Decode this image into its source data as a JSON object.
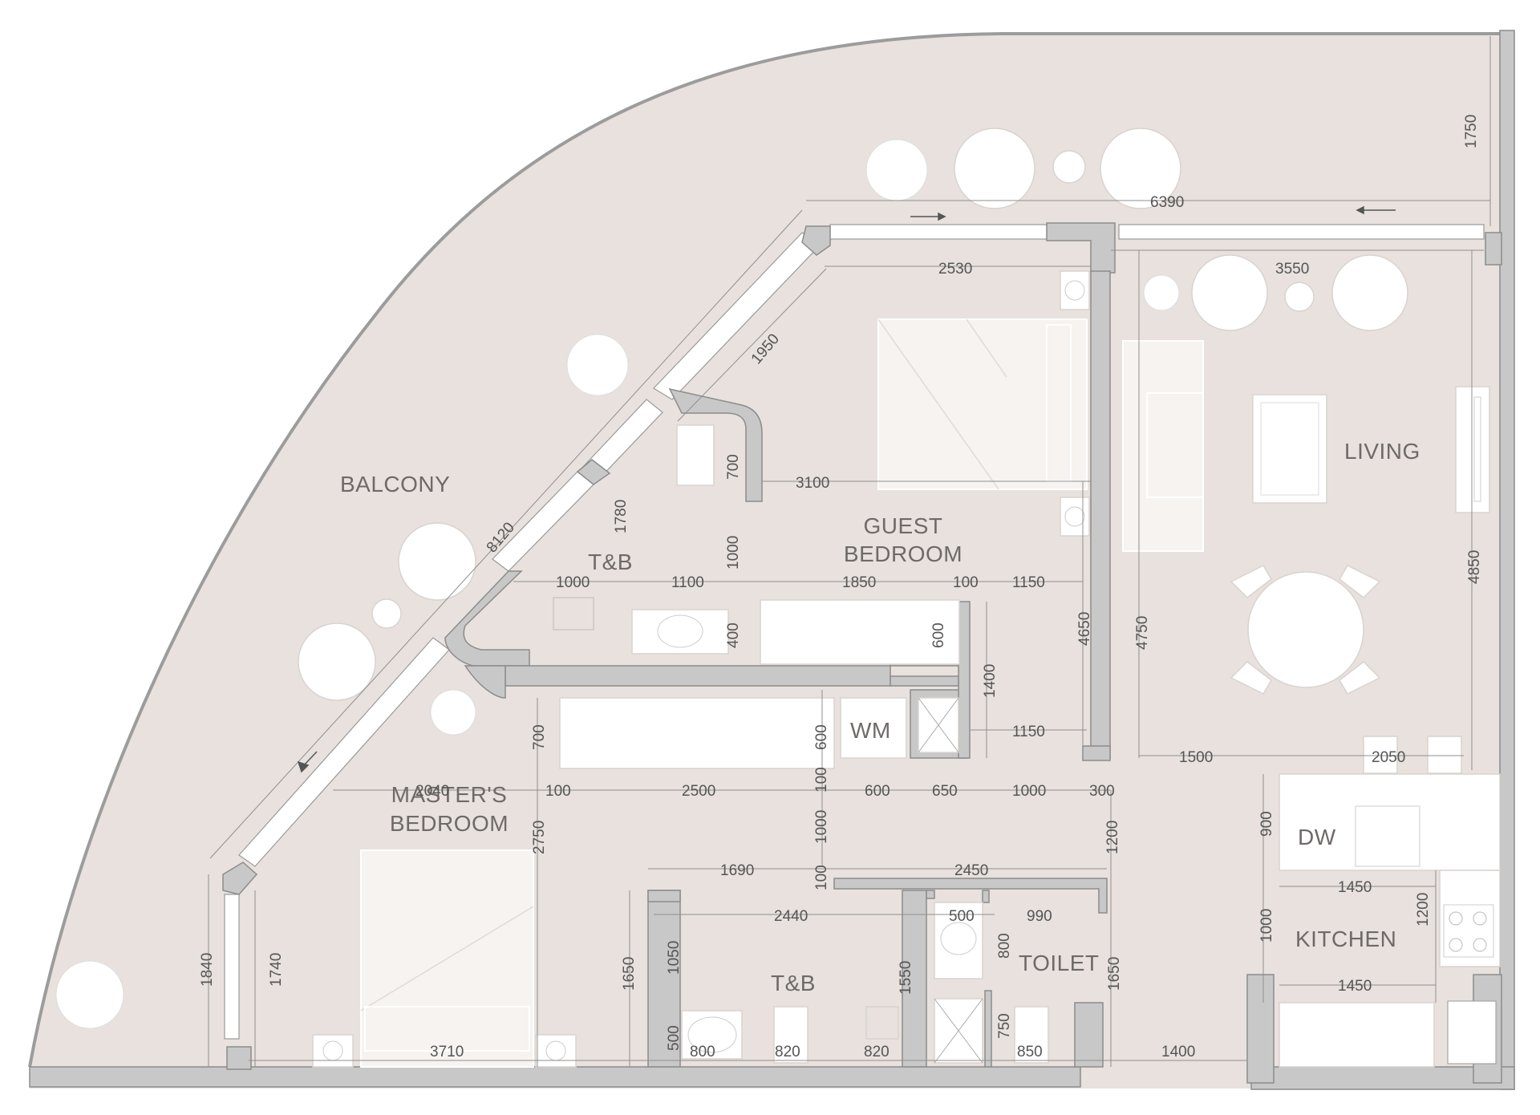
{
  "plan": {
    "rooms": {
      "balcony": "BALCONY",
      "living": "LIVING",
      "guest_bedroom_line1": "GUEST",
      "guest_bedroom_line2": "BEDROOM",
      "tb_upper": "T&B",
      "wm": "WM",
      "master_line1": "MASTER'S",
      "master_line2": "BEDROOM",
      "dw": "DW",
      "kitchen": "KITCHEN",
      "tb_lower": "T&B",
      "toilet": "TOILET"
    },
    "dims": {
      "d6390": "6390",
      "d1750": "1750",
      "d2530": "2530",
      "d3550": "3550",
      "d1950": "1950",
      "d8120": "8120",
      "d700a": "700",
      "d3100": "3100",
      "d1780": "1780",
      "d1000a": "1000",
      "d1000b": "1000",
      "d1100": "1100",
      "d1850": "1850",
      "d100a": "100",
      "d1150a": "1150",
      "d4850": "4850",
      "d400": "400",
      "d600a": "600",
      "d4650": "4650",
      "d4750": "4750",
      "d1400a": "1400",
      "d700b": "700",
      "d600b": "600",
      "d1150b": "1150",
      "d1500": "1500",
      "d2050": "2050",
      "d2040": "2040",
      "d100b": "100",
      "d2500": "2500",
      "d100c": "100",
      "d600c": "600",
      "d650": "650",
      "d1000c": "1000",
      "d300": "300",
      "d2750": "2750",
      "d1000d": "1000",
      "d1200a": "1200",
      "d900": "900",
      "d1690": "1690",
      "d2450": "2450",
      "d100d": "100",
      "d1450a": "1450",
      "d1200b": "1200",
      "d2440": "2440",
      "d500a": "500",
      "d990": "990",
      "d1000e": "1000",
      "d1840": "1840",
      "d1740": "1740",
      "d1650a": "1650",
      "d1050": "1050",
      "d1550": "1550",
      "d800a": "800",
      "d1650b": "1650",
      "d1450b": "1450",
      "d750": "750",
      "d500b": "500",
      "d3710": "3710",
      "d800b": "800",
      "d820a": "820",
      "d820b": "820",
      "d850": "850",
      "d1400b": "1400"
    },
    "colors": {
      "floor": "#e8e1dd",
      "wall": "#c8c8c8",
      "furniture": "#ffffff"
    }
  }
}
